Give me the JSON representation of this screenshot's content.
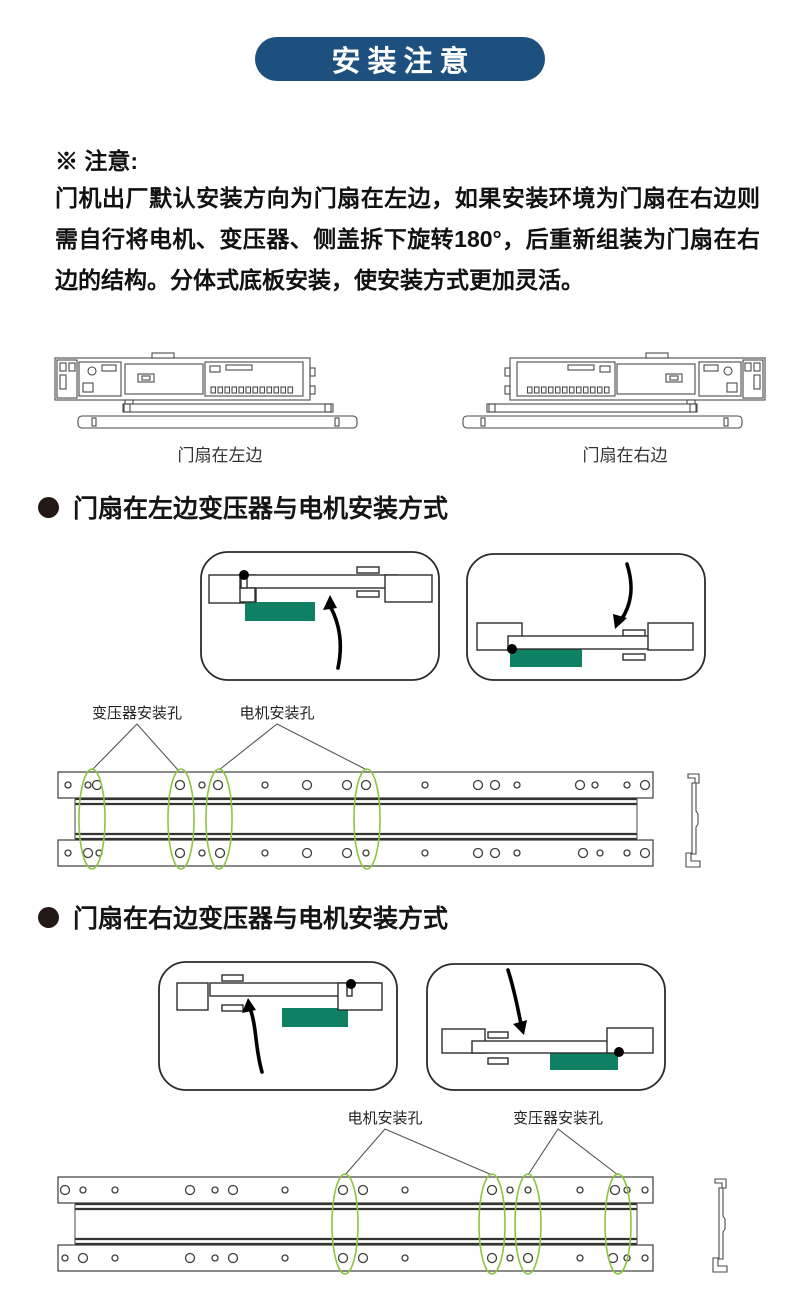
{
  "colors": {
    "banner_blue": "#1d4f7f",
    "accent_green": "#0e8165",
    "ellipse_green": "#8cc63f",
    "line_dark": "#4a4a4a",
    "text": "#111111"
  },
  "banner": {
    "title": "安装注意"
  },
  "notice": {
    "label": "※ 注意:",
    "body": "门机出厂默认安装方向为门扇在左边，如果安装环境为门扇在右边则需自行将电机、变压器、侧盖拆下旋转180°，后重新组装为门扇在右边的结构。分体式底板安装，使安装方式更加灵活。"
  },
  "overview": {
    "left_caption": "门扇在左边",
    "right_caption": "门扇在右边"
  },
  "sections": [
    {
      "heading": "门扇在左边变压器与电机安装方式",
      "labels": {
        "left": "变压器安装孔",
        "right": "电机安装孔"
      }
    },
    {
      "heading": "门扇在右边变压器与电机安装方式",
      "labels": {
        "left": "电机安装孔",
        "right": "变压器安装孔"
      }
    }
  ]
}
